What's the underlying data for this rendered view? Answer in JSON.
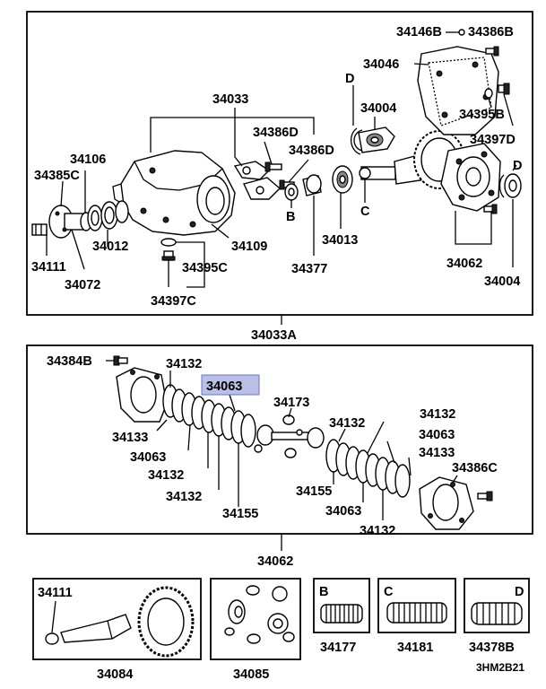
{
  "top_box": {
    "labels": {
      "l34146b": "34146B",
      "l34386b": "34386B",
      "l34046": "34046",
      "l34033": "34033",
      "lD1": "D",
      "l34004a": "34004",
      "l34395b": "34395B",
      "l34386d_a": "34386D",
      "l34386d_b": "34386D",
      "l34397d": "34397D",
      "l34106": "34106",
      "lD2": "D",
      "l34385c": "34385C",
      "lB": "B",
      "lC": "C",
      "l34012": "34012",
      "l34109": "34109",
      "l34013": "34013",
      "l34111": "34111",
      "l34395c": "34395C",
      "l34062a": "34062",
      "l34072": "34072",
      "l34377": "34377",
      "l34004b": "34004",
      "l34397c": "34397C"
    },
    "caption": "34033A"
  },
  "middle_box": {
    "labels": {
      "l34384b": "34384B",
      "l34132a": "34132",
      "l34063a": "34063",
      "l34173": "34173",
      "l34132b": "34132",
      "l34133a": "34133",
      "l34132c": "34132",
      "l34063b": "34063",
      "l34063c": "34063",
      "l34133b": "34133",
      "l34132d": "34132",
      "l34386c": "34386C",
      "l34155a": "34155",
      "l34132e": "34132",
      "l34155b": "34155",
      "l34063d": "34063",
      "l34132f": "34132"
    },
    "caption": "34062"
  },
  "bottom_boxes": {
    "b1": {
      "label": "34111",
      "caption": "34084"
    },
    "b2": {
      "caption": "34085"
    },
    "b3": {
      "tag": "B",
      "caption": "34177"
    },
    "b4": {
      "tag": "C",
      "caption": "34181"
    },
    "b5": {
      "tag": "D",
      "caption": "34378B"
    }
  },
  "code": "3HM2B21"
}
